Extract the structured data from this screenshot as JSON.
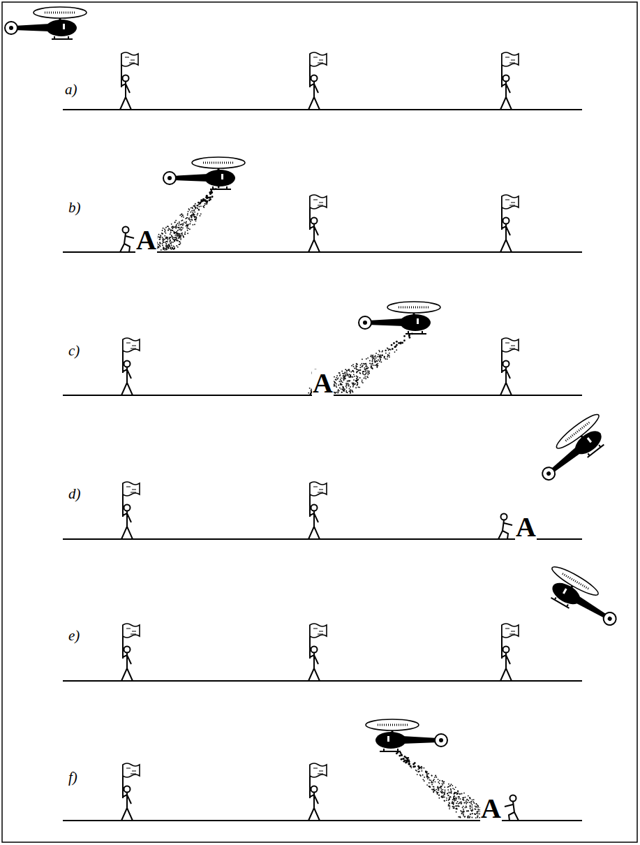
{
  "diagram": {
    "labels": [
      "a)",
      "b)",
      "A",
      "c)",
      "A",
      "d)",
      "A",
      "e)",
      "f)",
      "A"
    ]
  }
}
